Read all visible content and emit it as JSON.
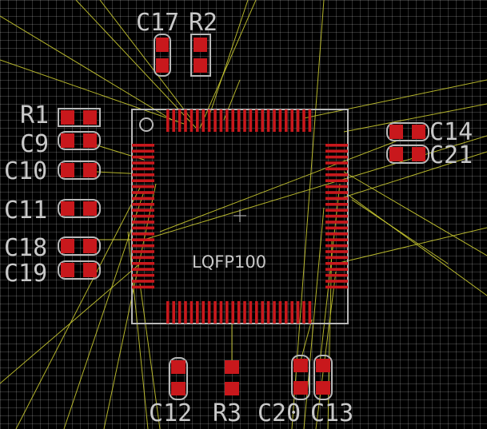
{
  "chip": {
    "label": "LQFP100"
  },
  "components": {
    "c17": "C17",
    "r2": "R2",
    "r1": "R1",
    "c9": "C9",
    "c10": "C10",
    "c11": "C11",
    "c18": "C18",
    "c19": "C19",
    "c14": "C14",
    "c21": "C21",
    "c12": "C12",
    "r3": "R3",
    "c20": "C20",
    "c13": "C13"
  },
  "colors": {
    "pad": "#c8181c",
    "silkscreen": "#b8b8b8",
    "ratsnest": "#c8c830",
    "background": "#000000"
  }
}
